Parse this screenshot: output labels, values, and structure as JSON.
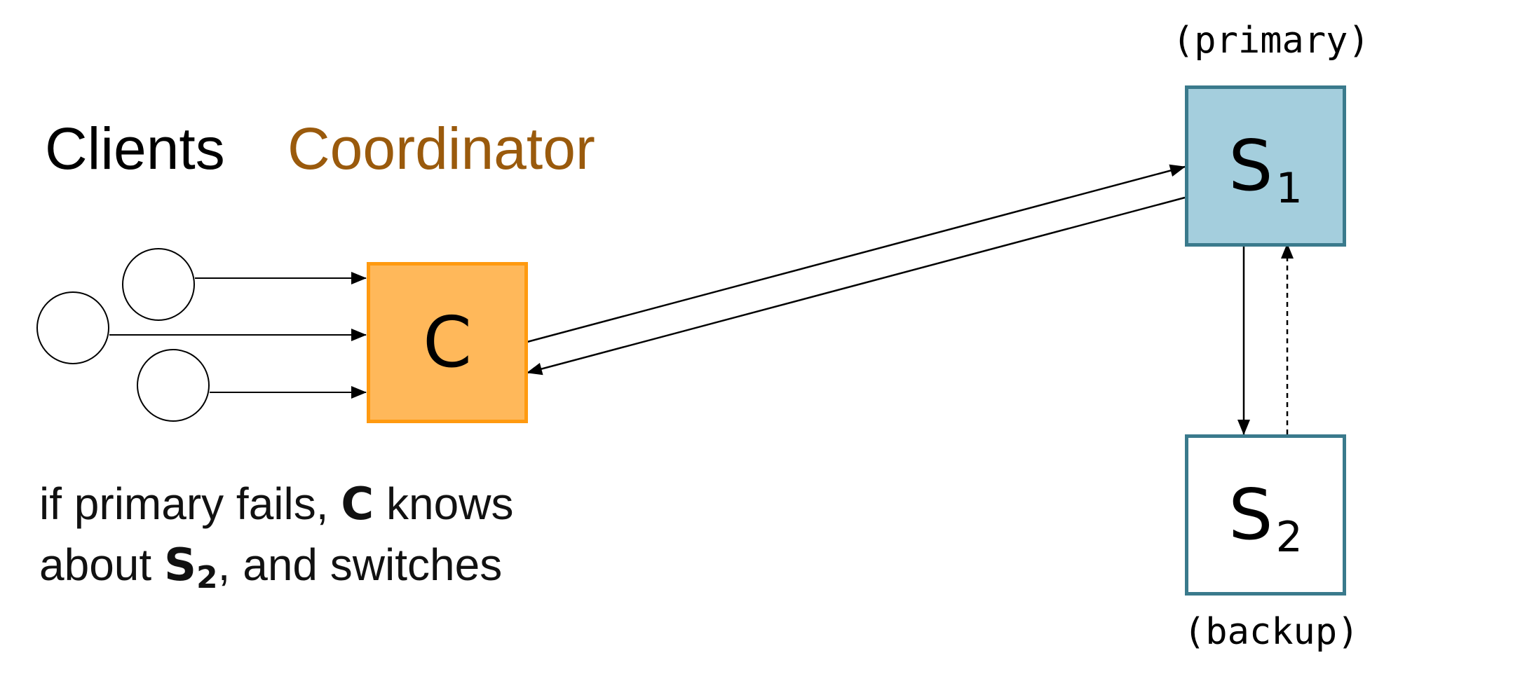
{
  "labels": {
    "clients": "Clients",
    "coordinator": "Coordinator",
    "primary": "(primary)",
    "backup": "(backup)"
  },
  "nodes": {
    "coordinator": {
      "letter": "C",
      "fill": "#ffb85a",
      "border": "#ff9a10"
    },
    "s1": {
      "letter": "S",
      "sub": "1",
      "fill": "#a4cedd",
      "border": "#3a7a8c"
    },
    "s2": {
      "letter": "S",
      "sub": "2",
      "fill": "#ffffff",
      "border": "#3a7a8c"
    }
  },
  "note": {
    "line1_pre": "if primary fails, ",
    "line1_bold": "C",
    "line1_post": " knows",
    "line2_pre": "about ",
    "line2_bold": "S",
    "line2_sub": "2",
    "line2_post": ", and switches"
  },
  "colors": {
    "coordinator_text": "#9a5a0c",
    "text": "#000000",
    "line": "#000000"
  }
}
